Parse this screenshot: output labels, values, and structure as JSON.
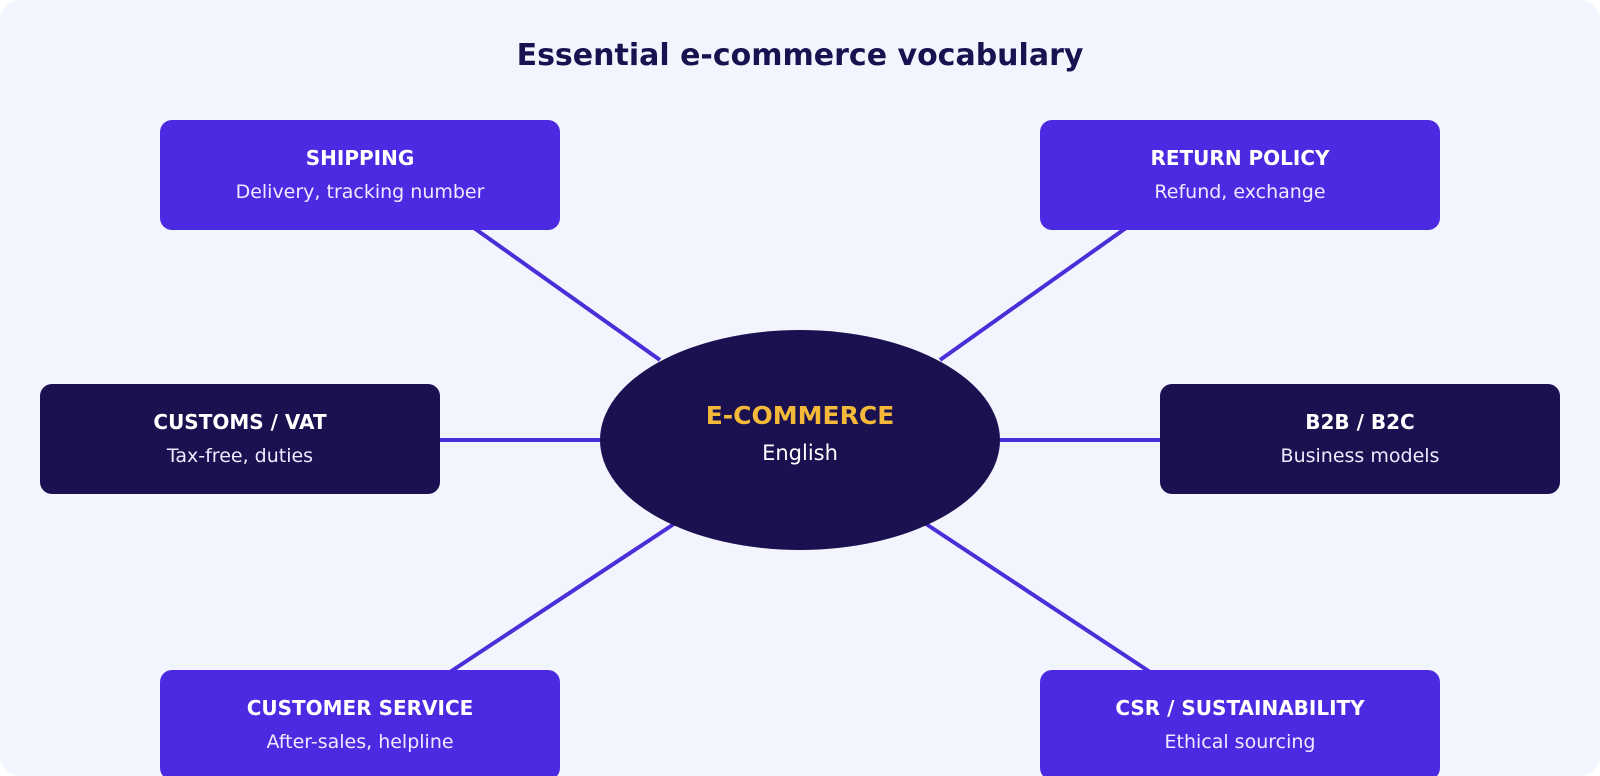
{
  "title": "Essential e-commerce vocabulary",
  "center": {
    "label": "E-COMMERCE",
    "sub": "English"
  },
  "nodes": [
    {
      "id": "shipping",
      "label": "SHIPPING",
      "sub": "Delivery, tracking number"
    },
    {
      "id": "return-policy",
      "label": "RETURN POLICY",
      "sub": "Refund, exchange"
    },
    {
      "id": "customs-vat",
      "label": "CUSTOMS / VAT",
      "sub": "Tax-free, duties"
    },
    {
      "id": "b2b-b2c",
      "label": "B2B / B2C",
      "sub": "Business models"
    },
    {
      "id": "customer-service",
      "label": "CUSTOMER SERVICE",
      "sub": "After-sales, helpline"
    },
    {
      "id": "csr-sustainability",
      "label": "CSR / SUSTAINABILITY",
      "sub": "Ethical sourcing"
    }
  ],
  "colors": {
    "background": "#f2f5fe",
    "node_purple": "#4c2ae2",
    "node_dark": "#1c1150",
    "center_label": "#f5b93a",
    "connector": "#4a2fd8"
  }
}
